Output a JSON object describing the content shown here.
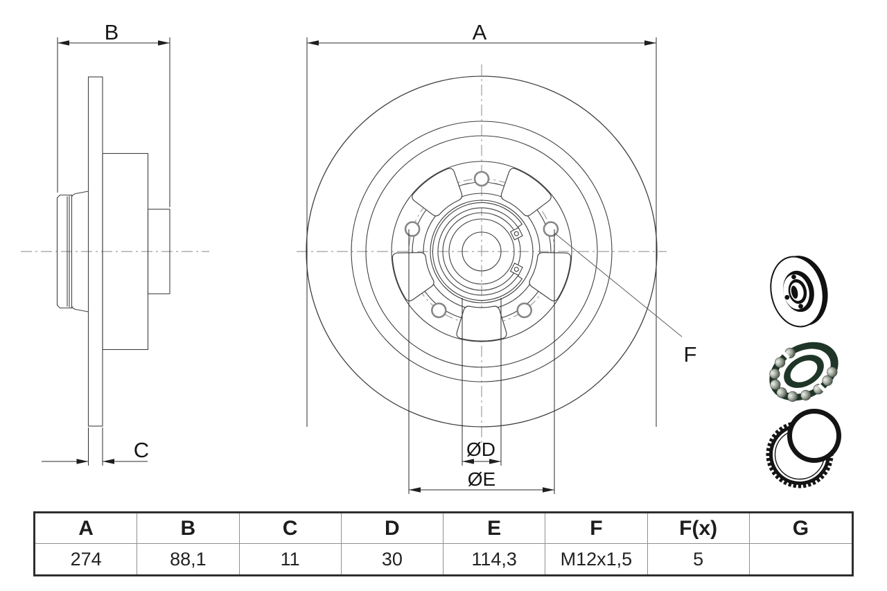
{
  "drawing": {
    "labels": {
      "a": "A",
      "b": "B",
      "c": "C",
      "d": "ØD",
      "e": "ØE",
      "f": "F"
    }
  },
  "table": {
    "headers": [
      "A",
      "B",
      "C",
      "D",
      "E",
      "F",
      "F(x)",
      "G"
    ],
    "values": [
      "274",
      "88,1",
      "11",
      "30",
      "114,3",
      "M12x1,5",
      "5",
      ""
    ]
  },
  "icons": {
    "disc": "brake-disc-icon",
    "bearing": "wheel-bearing-icon",
    "abs": "abs-sensor-ring-icon"
  },
  "colors": {
    "line": "#3f3f3f",
    "centerline": "#9e9e9e",
    "dimension": "#1f1f1f",
    "bolt_hole": "#878787",
    "bearing_green": "#1f3527",
    "icon_black": "#111111",
    "table_border": "#2e2e2e",
    "table_grid": "#8f8f8f"
  }
}
